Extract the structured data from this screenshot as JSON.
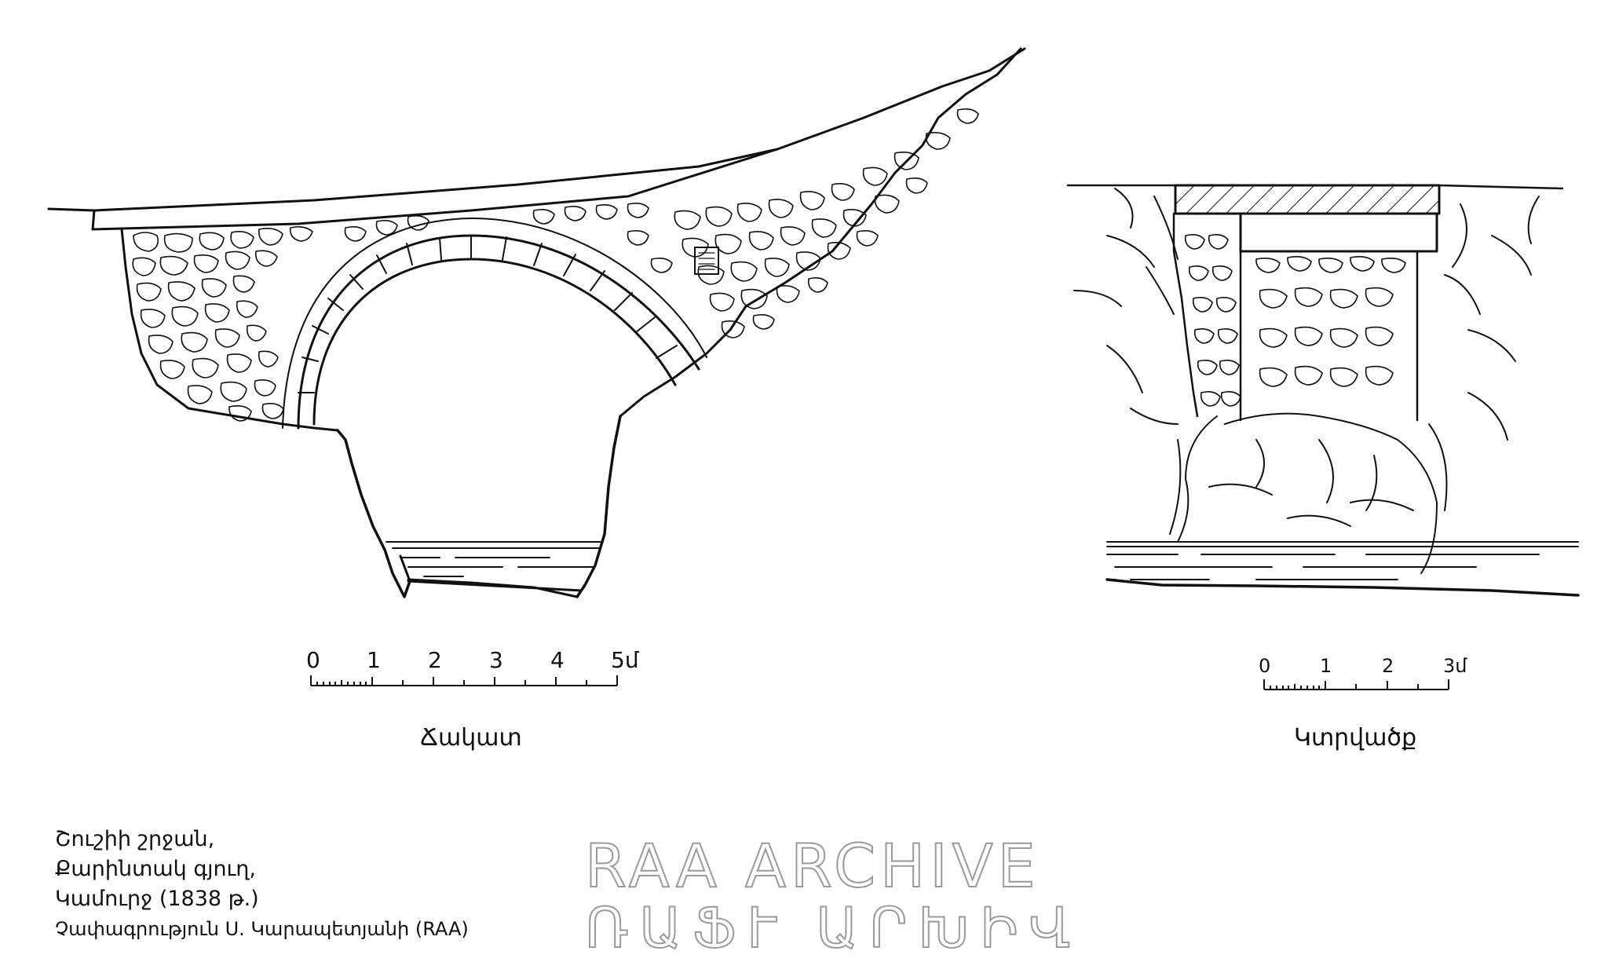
{
  "elevation": {
    "label": "Ճակատ",
    "scale_ticks": [
      "0",
      "1",
      "2",
      "3",
      "4",
      "5մ"
    ]
  },
  "section": {
    "label": "Կտրվածք",
    "scale_ticks": [
      "0",
      "1",
      "2",
      "3մ"
    ]
  },
  "caption": {
    "line1": "Շուշիի շրջան,",
    "line2": "Քարինտակ գյուղ,",
    "line3": "Կամուրջ (1838 թ.)",
    "credit": "Չափագրություն  Ս. Կարապետյանի (RAA)"
  },
  "watermark": {
    "line1": "RAA ARCHIVE",
    "line2": "ՌԱՖՒ ԱՐԽԻՎ"
  },
  "colors": {
    "ink": "#111111",
    "watermark_outline": "#9a9a9a"
  }
}
